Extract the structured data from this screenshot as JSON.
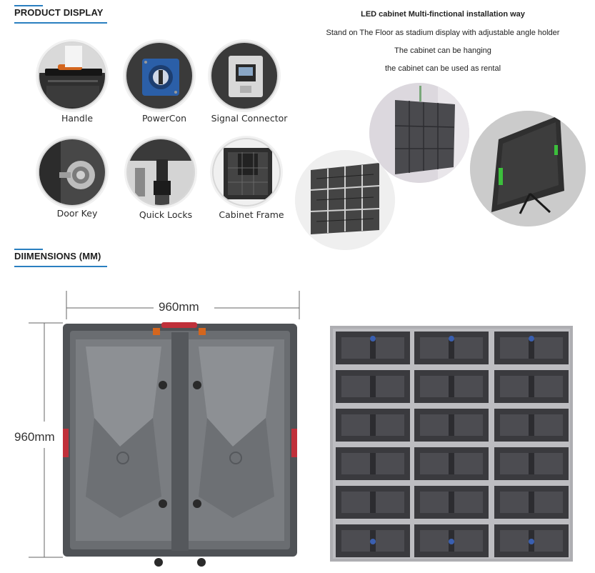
{
  "sections": {
    "product_display": "PRODUCT DISPLAY",
    "dimensions": "DIIMENSIONS (MM)"
  },
  "features": [
    {
      "label": "Handle",
      "icon": "handle-icon"
    },
    {
      "label": "PowerCon",
      "icon": "powercon-icon"
    },
    {
      "label": "Signal Connector",
      "icon": "signal-connector-icon"
    },
    {
      "label": "Door Key",
      "icon": "door-key-icon"
    },
    {
      "label": "Quick Locks",
      "icon": "quick-locks-icon"
    },
    {
      "label": "Cabinet Frame",
      "icon": "cabinet-frame-icon"
    }
  ],
  "install": {
    "title": "LED cabinet Multi-finctional installation way",
    "line1": "Stand on The Floor as stadium display with adjustable angle holder",
    "line2": "The cabinet can be hanging",
    "line3": "the cabinet can be used as rental"
  },
  "dimensions": {
    "width": "960mm",
    "height": "960mm"
  },
  "colors": {
    "accent": "#2a7fc0",
    "cabinet": "#5b5e62",
    "handle_red": "#c0303a"
  }
}
